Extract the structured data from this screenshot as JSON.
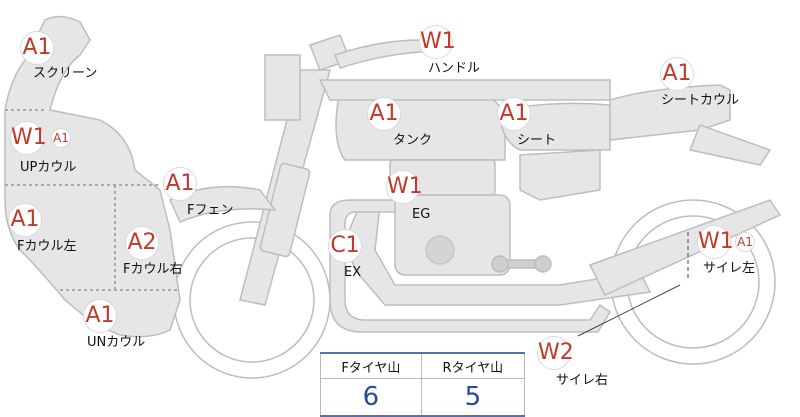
{
  "diagram": {
    "parts": [
      {
        "id": "screen",
        "badges": [
          "A1"
        ],
        "label": "スクリーン"
      },
      {
        "id": "up-cowl",
        "badges": [
          "W1",
          "A1"
        ],
        "label": "UPカウル"
      },
      {
        "id": "f-cowl-left",
        "badges": [
          "A1"
        ],
        "label": "Fカウル左"
      },
      {
        "id": "f-cowl-right",
        "badges": [
          "A2"
        ],
        "label": "Fカウル右"
      },
      {
        "id": "un-cowl",
        "badges": [
          "A1"
        ],
        "label": "UNカウル"
      },
      {
        "id": "f-fender",
        "badges": [
          "A1"
        ],
        "label": "Fフェン"
      },
      {
        "id": "handle",
        "badges": [
          "W1"
        ],
        "label": "ハンドル"
      },
      {
        "id": "tank",
        "badges": [
          "A1"
        ],
        "label": "タンク"
      },
      {
        "id": "seat",
        "badges": [
          "A1"
        ],
        "label": "シート"
      },
      {
        "id": "seat-cowl",
        "badges": [
          "A1"
        ],
        "label": "シートカウル"
      },
      {
        "id": "engine",
        "badges": [
          "W1"
        ],
        "label": "EG"
      },
      {
        "id": "exhaust",
        "badges": [
          "C1"
        ],
        "label": "EX"
      },
      {
        "id": "silencer-left",
        "badges": [
          "W1",
          "A1"
        ],
        "label": "サイレ左"
      },
      {
        "id": "silencer-right",
        "badges": [
          "W2"
        ],
        "label": "サイレ右"
      }
    ]
  },
  "tires": {
    "headers": [
      "Fタイヤ山",
      "Rタイヤ山"
    ],
    "values": [
      "6",
      "5"
    ]
  },
  "colors": {
    "badge_text": "#c0392b",
    "body_fill": "#e6e6e6",
    "body_stroke": "#bdbdbd",
    "tire_value": "#2a4a9a"
  }
}
